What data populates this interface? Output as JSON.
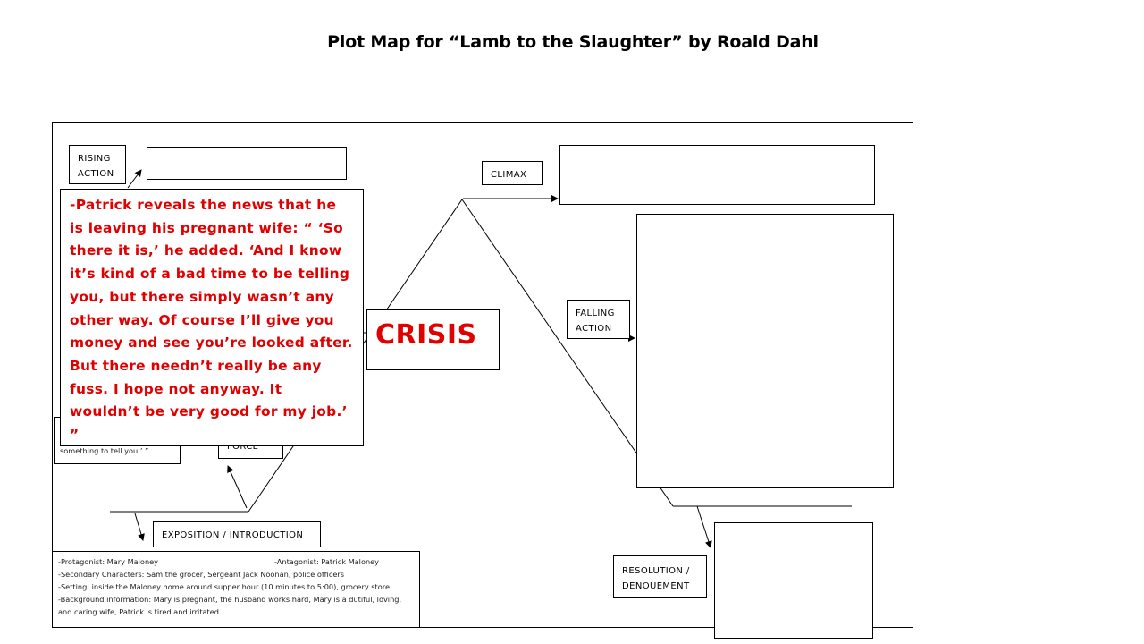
{
  "title": "Plot Map for “Lamb to the Slaughter” by Roald Dahl",
  "labels": {
    "rising_action": [
      "RISING",
      "ACTION"
    ],
    "climax": "CLIMAX",
    "crisis": "CRISIS",
    "falling_action": [
      "FALLING",
      "ACTION"
    ],
    "inciting_force_partial": "FORCE",
    "exposition": "EXPOSITION / INTRODUCTION",
    "resolution": [
      "RESOLUTION /",
      "DENOUEMENT"
    ]
  },
  "crisis_quote": "-Patrick reveals the news that he is leaving his pregnant wife: “ ‘So there it is,’ he added.  ‘And I know it’s kind of a bad time to be telling you, but there simply wasn’t any other way.  Of course I’ll give you money and see you’re looked after.  But there needn’t really be any fuss.  I hope not anyway.  It wouldn’t be very good for my job.’ ”",
  "inciting_partial_text": "something to tell you.’ ”",
  "exposition_details": {
    "protagonist": "-Protagonist: Mary Maloney",
    "antagonist": "-Antagonist: Patrick Maloney",
    "secondary": "-Secondary Characters: Sam the grocer, Sergeant Jack Noonan, police officers",
    "setting": "-Setting: inside the Maloney home around supper hour (10 minutes to 5:00), grocery store",
    "background": "-Background information: Mary is pregnant, the husband works hard, Mary is a dutiful, loving, and caring wife, Patrick is tired and irritated"
  },
  "colors": {
    "accent_red": "#e00000",
    "line": "#000000"
  }
}
